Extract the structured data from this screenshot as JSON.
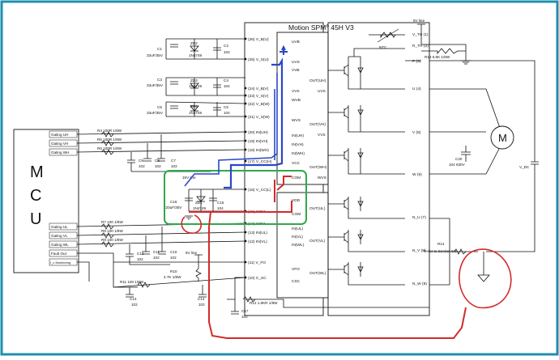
{
  "title": {
    "main": "Motion SPM",
    "reg": "®",
    "rest": " 45H V3"
  },
  "mcu": {
    "letters": [
      "M",
      "C",
      "U"
    ],
    "signals_top": [
      "Gating UH",
      "Gating VH",
      "Gating WH"
    ],
    "signals_bottom": [
      "Gating UL",
      "Gating VL",
      "Gating WL",
      "Fault Out",
      "I_c Monitoring"
    ]
  },
  "left_pins": [
    "(26) V_B(U)",
    "(25) V_S(U)",
    "(24) V_B(V)",
    "(23) V_S(V)",
    "(22) V_B(W)",
    "(21) V_S(W)",
    "(20) IN(UH)",
    "(19) IN(VH)",
    "(18) IN(WH)",
    "(17) V_CC(H)",
    "(16) V_CC(L)",
    "(15) COM",
    "(14) COM",
    "(13) IN(UL)",
    "(12) IN(VL)",
    "(11) V_FO",
    "(10) C_SC"
  ],
  "inner_labels": [
    "UVB",
    "UVS",
    "VVB",
    "VVS",
    "WVB",
    "WVS",
    "IN(UH)",
    "IN(VH)",
    "IN(WH)",
    "VCC",
    "COM",
    "VDD",
    "COM",
    "IN(UL)",
    "IN(VL)",
    "IN(WL)",
    "VFO",
    "CSC"
  ],
  "outputs": [
    "OUT(UH)",
    "UVS",
    "OUT(VH)",
    "VVS",
    "OUT(WH)",
    "WVS",
    "OUT(UL)",
    "OUT(VL)",
    "OUT(WL)"
  ],
  "right_pins": [
    "V_TH (1)",
    "R_TH (2)",
    "P (3)",
    "U (4)",
    "V (5)",
    "W (6)",
    "N_U (7)",
    "N_V (8)",
    "N_W (9)"
  ],
  "components": {
    "c1": [
      "C1",
      "33uF/35V"
    ],
    "zd2": [
      "ZD2",
      "1N4749"
    ],
    "c2": [
      "C2",
      "104"
    ],
    "c3": [
      "C3",
      "33uF/35V"
    ],
    "zd3": [
      "ZD3",
      "1N4749"
    ],
    "c4": [
      "C4",
      "104"
    ],
    "c5": [
      "C5",
      "33uF/35V"
    ],
    "zd4": [
      "ZD4",
      "1N4749"
    ],
    "c6": [
      "C5",
      "104"
    ],
    "r4": "R4 100R 1/8W",
    "r5": "R5 100R 1/8W",
    "r6": "R6 100R 1/8W",
    "c9": [
      "C9",
      "102"
    ],
    "c8": [
      "C8",
      "102"
    ],
    "c7": [
      "C7",
      "102"
    ],
    "v15": "15V line",
    "c16": [
      "C16",
      "220uF/35V"
    ],
    "zd1": [
      "ZD1",
      "1N4749"
    ],
    "c15": [
      "C15",
      "104"
    ],
    "r7": "R7 100 1/8W",
    "r8": "R8 100 1/8W",
    "r9": "R9 100 1/8W",
    "c12": [
      "C12",
      "102"
    ],
    "c11": [
      "C11",
      "102"
    ],
    "c10": [
      "C10",
      "102"
    ],
    "r10": [
      "R10",
      "4.7K 1/8W"
    ],
    "v5b": "5V line",
    "r11": "R11 100 1/8W",
    "c13": [
      "C13",
      "102"
    ],
    "c14": [
      "C14",
      "102"
    ],
    "r12": "R12 1.8KR 1/8W",
    "c17": [
      "C17",
      "102"
    ],
    "v5": "5V line",
    "ntc": "NTC",
    "r13": "R13 6.8K 1/8W",
    "motor": "M",
    "c20": [
      "C20",
      "104 630V"
    ],
    "vdc": "V_DC",
    "r14": [
      "R14",
      "Refer to Section 5.1"
    ]
  }
}
